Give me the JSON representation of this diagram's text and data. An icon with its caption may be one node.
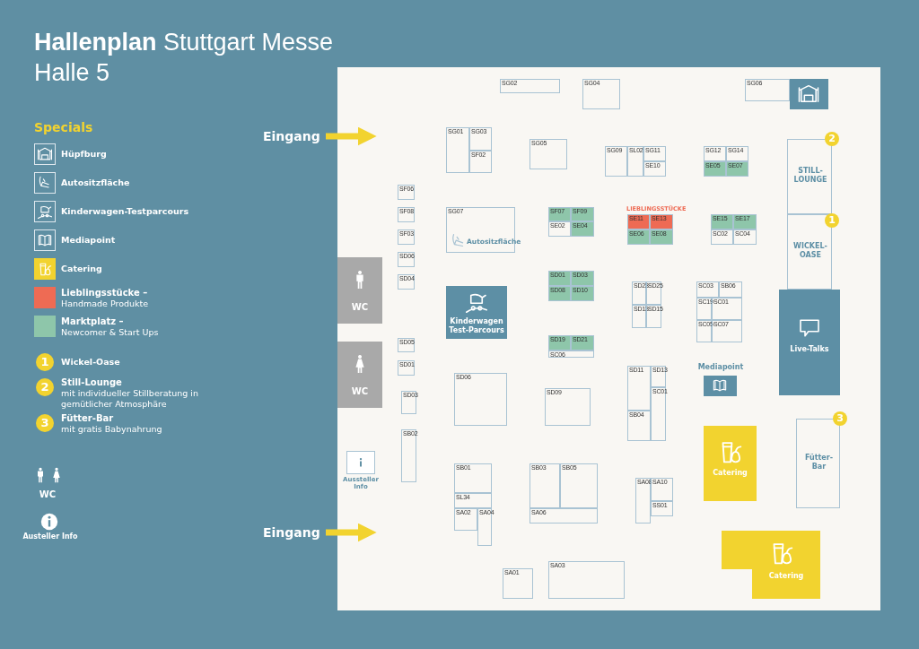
{
  "diagram": {
    "title": "**Hallenplan** Stuttgart Messe Halle 5",
    "nodes": [
      {
        "text": [
          "Eingang"
        ]
      },
      {
        "text": [
          "SG02"
        ]
      },
      {
        "text": [
          "SG04"
        ]
      },
      {
        "text": [
          "SG06"
        ]
      },
      {
        "text": [],
        "shape": "box"
      },
      {
        "text": [
          "SG01"
        ]
      },
      {
        "text": [
          "SG03"
        ]
      },
      {
        "text": [
          "SF02"
        ]
      },
      {
        "text": [
          "SG05"
        ]
      },
      {
        "text": [
          "SG09"
        ]
      },
      {
        "text": [
          "SL02"
        ]
      },
      {
        "text": [
          "SG11"
        ]
      },
      {
        "text": [
          "SE10"
        ]
      },
      {
        "text": [
          "SG12"
        ]
      },
      {
        "text": [
          "SG14"
        ]
      },
      {
        "text": [
          "SE05"
        ]
      },
      {
        "text": [
          "SE07"
        ]
      },
      {
        "text": [
          "STILL-LOUNGE"
        ],
        "beside": [
          "2"
        ]
      },
      {
        "text": [
          "SF06"
        ]
      },
      {
        "text": [
          "SF08"
        ]
      },
      {
        "text": [
          "SG07",
          "Autositzfläche"
        ]
      },
      {
        "text": [
          "SF07"
        ]
      },
      {
        "text": [
          "SF09"
        ]
      },
      {
        "text": [
          "SE02"
        ]
      },
      {
        "text": [
          "SE04"
        ]
      },
      {
        "text": [
          "SE11"
        ]
      },
      {
        "text": [
          "SE13"
        ]
      },
      {
        "text": [
          "SE06"
        ]
      },
      {
        "text": [
          "SE08"
        ]
      },
      {
        "text": [
          "SE15"
        ]
      },
      {
        "text": [
          "SE17"
        ]
      },
      {
        "text": [
          "SC02"
        ]
      },
      {
        "text": [
          "SC04"
        ]
      },
      {
        "text": [
          "WICKEL-OASE"
        ],
        "beside": [
          "1"
        ]
      },
      {
        "text": [
          "SF03"
        ]
      },
      {
        "text": [
          "SD06"
        ]
      },
      {
        "text": [
          "SD04"
        ]
      },
      {
        "text": [
          "WC"
        ]
      },
      {
        "text": [
          "SD01"
        ]
      },
      {
        "text": [
          "SD03"
        ]
      },
      {
        "text": [
          "SD08"
        ]
      },
      {
        "text": [
          "SD10"
        ]
      },
      {
        "text": [
          "Kinderwagen Test-Parcours"
        ]
      },
      {
        "text": [
          "SD23"
        ]
      },
      {
        "text": [
          "SD25"
        ]
      },
      {
        "text": [
          "SC03"
        ]
      },
      {
        "text": [
          "SB06"
        ]
      },
      {
        "text": [
          "SC19"
        ]
      },
      {
        "text": [
          "SC01"
        ]
      },
      {
        "text": [
          "SD13"
        ]
      },
      {
        "text": [
          "SD15"
        ]
      },
      {
        "text": [
          "SC05"
        ]
      },
      {
        "text": [
          "SC07"
        ]
      },
      {
        "text": [
          "Live-Talks"
        ]
      },
      {
        "text": [
          "SD05"
        ]
      },
      {
        "text": [
          "SD19"
        ]
      },
      {
        "text": [
          "SD21"
        ]
      },
      {
        "text": [
          "SC06"
        ]
      },
      {
        "text": [
          "SD01"
        ]
      },
      {
        "text": [
          "WC"
        ]
      },
      {
        "text": [
          "SD11"
        ]
      },
      {
        "text": [
          "SD13"
        ]
      },
      {
        "text": [
          "Mediapoint"
        ]
      },
      {
        "text": [
          "SD06"
        ]
      },
      {
        "text": [
          "SD03"
        ]
      },
      {
        "text": [
          "SD09"
        ]
      },
      {
        "text": [
          "SC01"
        ]
      },
      {
        "text": [
          "SB04"
        ]
      },
      {
        "text": [
          "Fütter-Bar"
        ],
        "beside": [
          "3"
        ]
      },
      {
        "text": [
          "Catering"
        ]
      },
      {
        "text": [
          "SB02"
        ]
      },
      {
        "text": [
          "Aussteller Info"
        ]
      },
      {
        "text": [
          "SB01"
        ]
      },
      {
        "text": [
          "SB03"
        ]
      },
      {
        "text": [
          "SB05"
        ]
      },
      {
        "text": [
          "SA08"
        ]
      },
      {
        "text": [
          "SA10"
        ]
      },
      {
        "text": [
          "SL34"
        ]
      },
      {
        "text": [
          "SS01"
        ]
      },
      {
        "text": [
          "SA02"
        ]
      },
      {
        "text": [
          "SA04"
        ]
      },
      {
        "text": [
          "SA06"
        ]
      },
      {
        "text": [
          "Eingang"
        ]
      },
      {
        "text": [
          "Catering"
        ]
      },
      {
        "text": [
          "SA01"
        ]
      },
      {
        "text": [
          "SA03"
        ]
      }
    ],
    "edges": [
      {
        "from": 0,
        "to": null,
        "arrow": "to"
      },
      {
        "from": 82,
        "to": null,
        "arrow": "to"
      }
    ],
    "labels": [
      "Specials",
      "1",
      "2",
      "3",
      "LIEBLINGSSTÜCKE"
    ],
    "legend": [
      {
        "text": "Hüpfburg"
      },
      {
        "text": "Autositzfläche"
      },
      {
        "text": "Kinderwagen-Testparcours"
      },
      {
        "text": "Mediapoint"
      },
      {
        "text": "Catering",
        "color": "#f2d32f"
      },
      {
        "text": "**Lieblingsstücke –** Handmade Produkte",
        "color": "#ee6b54"
      },
      {
        "text": "**Marktplatz –** Newcomer & Start Ups",
        "color": "#8ec6aa"
      },
      {
        "text": "Wickel-Oase"
      },
      {
        "text": "**Still-Lounge** mit individueller Stillberatung in gemütlicher Atmosphäre"
      },
      {
        "text": "**Fütter-Bar** mit gratis Babynahrung"
      },
      {
        "text": "WC"
      },
      {
        "text": "Austeller Info"
      }
    ]
  }
}
